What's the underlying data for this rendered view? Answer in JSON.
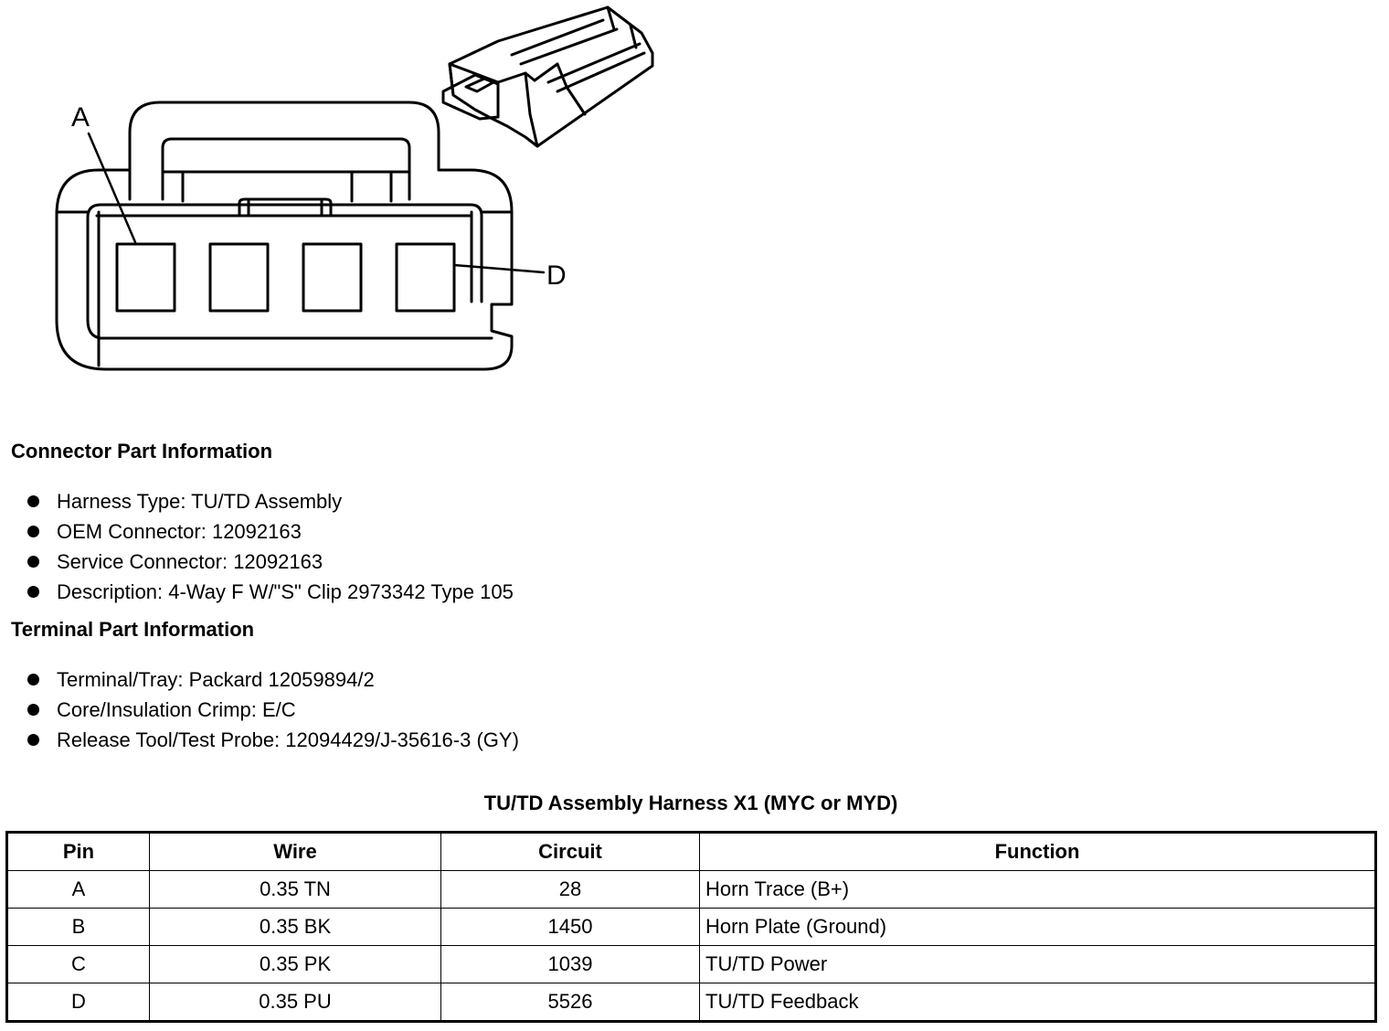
{
  "diagram": {
    "callout_a": "A",
    "callout_d": "D"
  },
  "connector_info": {
    "heading": "Connector Part Information",
    "items": [
      "Harness Type: TU/TD Assembly",
      "OEM Connector: 12092163",
      "Service Connector: 12092163",
      "Description: 4-Way F W/\"S\" Clip 2973342 Type 105"
    ]
  },
  "terminal_info": {
    "heading": "Terminal Part Information",
    "items": [
      "Terminal/Tray: Packard 12059894/2",
      "Core/Insulation Crimp: E/C",
      "Release Tool/Test Probe: 12094429/J-35616-3 (GY)"
    ]
  },
  "pin_table": {
    "title": "TU/TD Assembly Harness X1 (MYC or MYD)",
    "headers": [
      "Pin",
      "Wire",
      "Circuit",
      "Function"
    ],
    "rows": [
      [
        "A",
        "0.35 TN",
        "28",
        "Horn Trace (B+)"
      ],
      [
        "B",
        "0.35 BK",
        "1450",
        "Horn Plate (Ground)"
      ],
      [
        "C",
        "0.35 PK",
        "1039",
        "TU/TD Power"
      ],
      [
        "D",
        "0.35 PU",
        "5526",
        "TU/TD Feedback"
      ]
    ]
  }
}
